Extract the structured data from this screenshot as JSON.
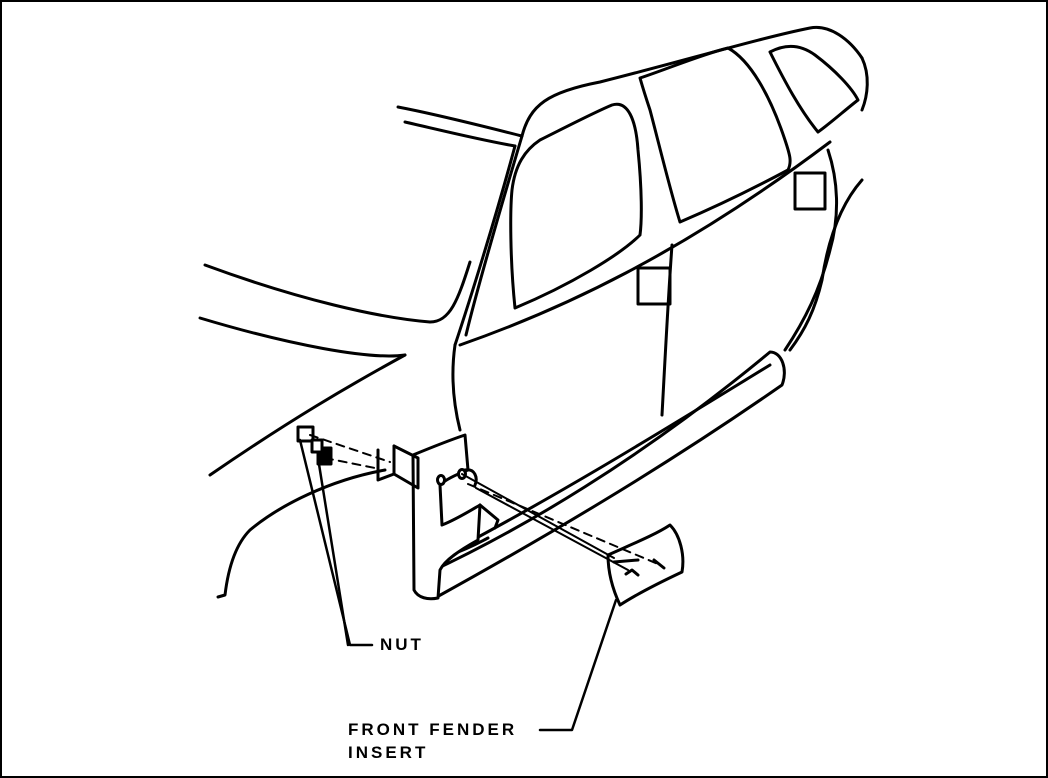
{
  "labels": {
    "nut": "NUT",
    "front_fender_insert_line1": "FRONT FENDER",
    "front_fender_insert_line2": "INSERT"
  },
  "colors": {
    "ink": "#000000",
    "paper": "#ffffff",
    "part_fill": "#f2f2f2"
  }
}
